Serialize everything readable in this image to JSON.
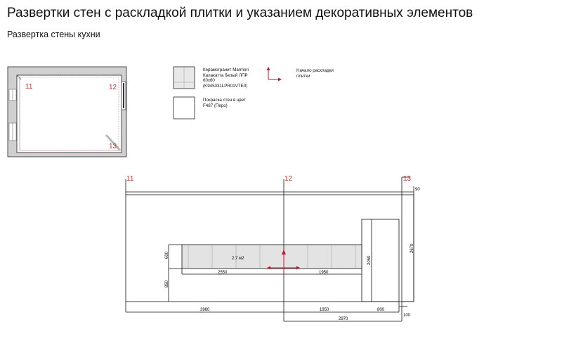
{
  "page": {
    "title": "Развертки стен с раскладкой плитки и указанием декоративных элементов",
    "subtitle": "Развертка стены кухни"
  },
  "legend": {
    "tile_line1": "Керамогранит Marmori",
    "tile_line2": "Калакатта белый ЛПР",
    "tile_line3": "60x60",
    "tile_line4": "(K945331LPR01VTE0)",
    "paint_line1": "Покраска стен в цвет",
    "paint_line2": "F487 (Перо)",
    "start_line1": "Начало раскладки",
    "start_line2": "плитки"
  },
  "plan": {
    "points": [
      "11",
      "12",
      "13"
    ]
  },
  "elevation": {
    "point_labels": [
      "11",
      "12",
      "13"
    ],
    "area": "2,7 м2",
    "dimensions": {
      "backsplash_height": "600",
      "counter_height": "850",
      "backsplash_left_width": "2550",
      "backsplash_right_width": "1950",
      "tall_cabinet_height": "2050",
      "wall_height": "2670",
      "top_gap": "90",
      "floor_left": "3960",
      "floor_mid": "1950",
      "floor_right": "800",
      "wall_right_total": "2970",
      "offset": "100"
    }
  },
  "colors": {
    "wall_line": "#111111",
    "tile_fill": "#e3e3e3",
    "plan_wall": "#d0d0d0",
    "label_red": "#c0392b",
    "arrow_red": "#c8102e"
  }
}
